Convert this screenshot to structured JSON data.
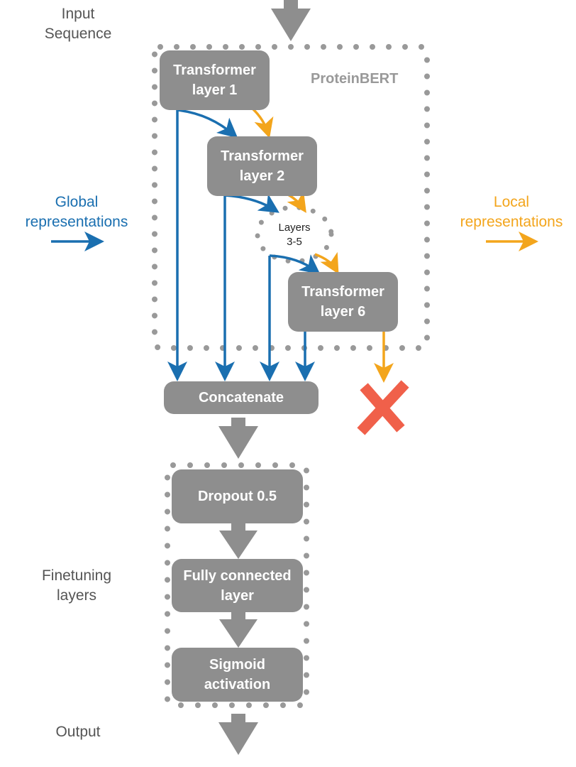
{
  "labels": {
    "input": "Input\nSequence",
    "global": "Global\nrepresentations",
    "local": "Local\nrepresentations",
    "finetuning": "Finetuning\nlayers",
    "output": "Output",
    "proteinbert": "ProteinBERT",
    "layers_3_5": "Layers\n3-5"
  },
  "boxes": {
    "t1": "Transformer\nlayer 1",
    "t2": "Transformer\nlayer 2",
    "t6": "Transformer\nlayer 6",
    "concat": "Concatenate",
    "dropout": "Dropout 0.5",
    "fc": "Fully connected\nlayer",
    "sigmoid": "Sigmoid\nactivation"
  },
  "colors": {
    "global": "#1a6fb0",
    "local": "#f3a51c",
    "box": "#8e8e8e",
    "dots": "#999999",
    "cross": "#f0604a"
  }
}
